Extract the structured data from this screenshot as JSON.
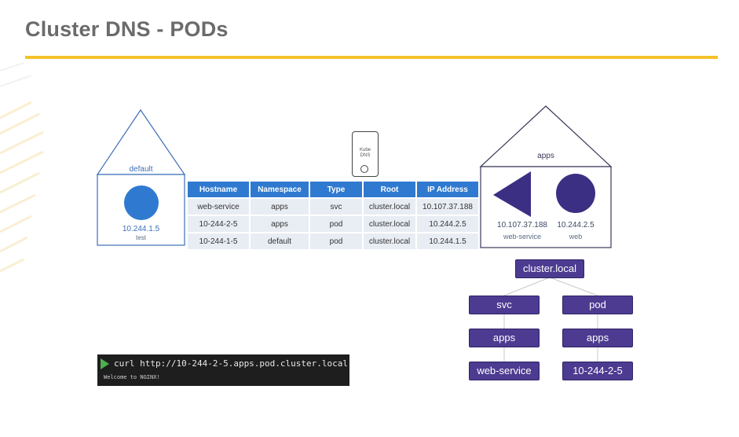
{
  "slide": {
    "title": "Cluster DNS - PODs",
    "accent_color": "#f4c22b"
  },
  "namespaces": {
    "default": {
      "label": "default",
      "pod_ip": "10.244.1.5",
      "pod_name": "test"
    },
    "apps": {
      "label": "apps",
      "service_ip": "10.107.37.188",
      "service_name": "web-service",
      "pod_ip": "10.244.2.5",
      "pod_name": "web"
    }
  },
  "kube_dns": {
    "line1": "Kube",
    "line2": "DNS"
  },
  "dns_table": {
    "headers": [
      "Hostname",
      "Namespace",
      "Type",
      "Root",
      "IP Address"
    ],
    "rows": [
      [
        "web-service",
        "apps",
        "svc",
        "cluster.local",
        "10.107.37.188"
      ],
      [
        "10-244-2-5",
        "apps",
        "pod",
        "cluster.local",
        "10.244.2.5"
      ],
      [
        "10-244-1-5",
        "default",
        "pod",
        "cluster.local",
        "10.244.1.5"
      ]
    ],
    "header_color": "#2f7ad0"
  },
  "dns_tree": {
    "root": "cluster.local",
    "left": {
      "type": "svc",
      "namespace": "apps",
      "name": "web-service"
    },
    "right": {
      "type": "pod",
      "namespace": "apps",
      "name": "10-244-2-5"
    },
    "node_color": "#4d3b91"
  },
  "terminal": {
    "command": "curl http://10-244-2-5.apps.pod.cluster.local",
    "output": "Welcome to NGINX!"
  }
}
